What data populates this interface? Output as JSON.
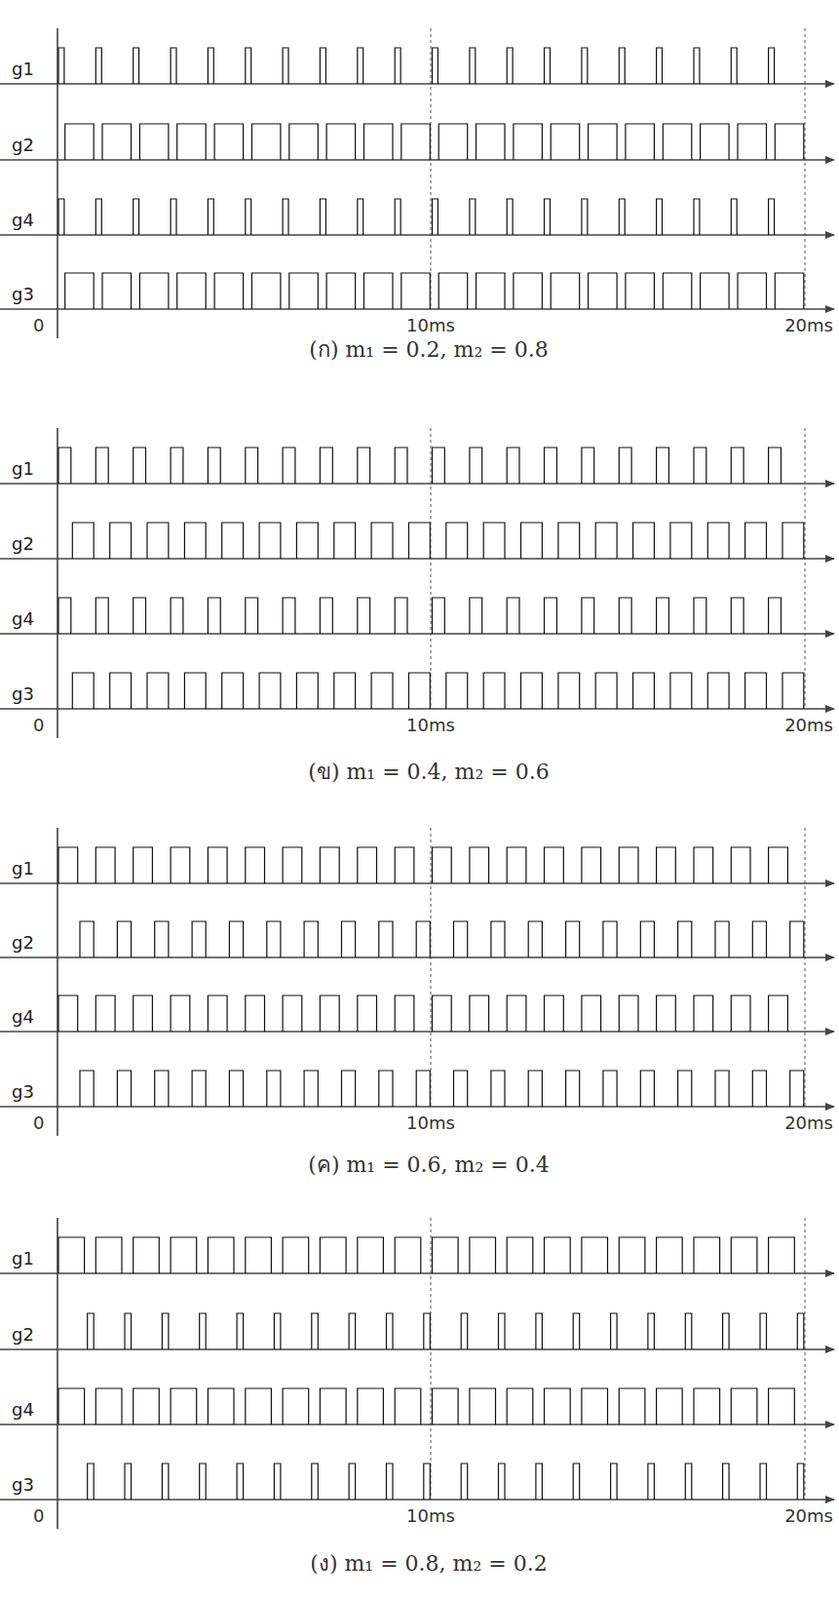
{
  "diagram": {
    "labels": [
      "g1",
      "g2",
      "g4",
      "g3",
      "0",
      "10ms",
      "20ms",
      "(ก) m₁ = 0.2, m₂ = 0.8",
      "g1",
      "g2",
      "g4",
      "g3",
      "0",
      "10ms",
      "20ms",
      "(ข) m₁ = 0.4, m₂ = 0.6",
      "g1",
      "g2",
      "g4",
      "g3",
      "0",
      "10ms",
      "20ms",
      "(ค) m₁ = 0.6, m₂ = 0.4",
      "g1",
      "g2",
      "g4",
      "g3",
      "0",
      "10ms",
      "20ms",
      "(ง) m₁ = 0.8, m₂ = 0.2"
    ]
  }
}
